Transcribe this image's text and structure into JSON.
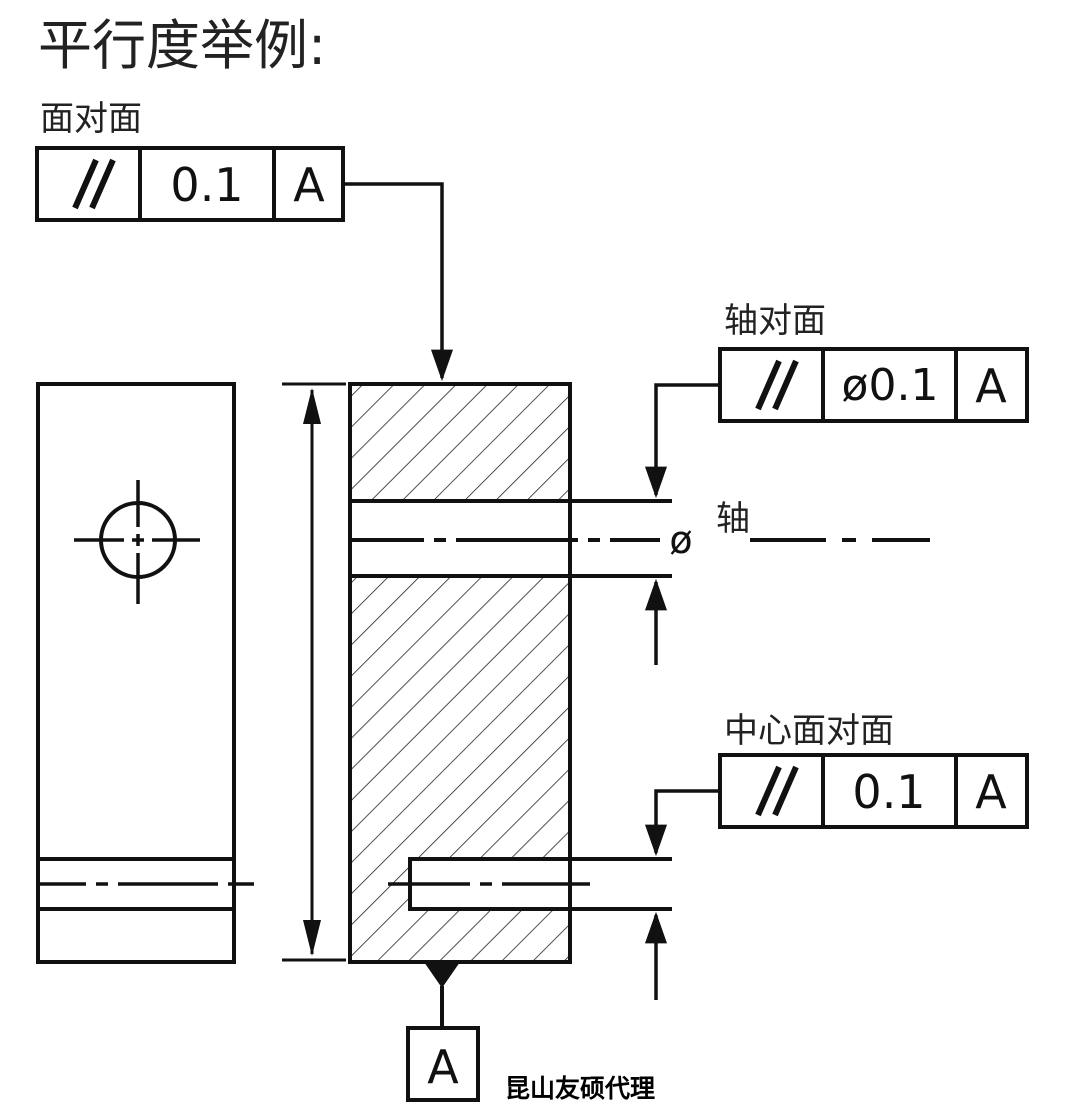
{
  "title": "平行度举例:",
  "watermark": "昆山友硕代理",
  "examples": {
    "face_to_face": {
      "label": "面对面",
      "symbol": "//",
      "tolerance": "0.1",
      "datum": "A"
    },
    "axis_to_face": {
      "label": "轴对面",
      "symbol": "//",
      "tolerance": "ø0.1",
      "datum": "A"
    },
    "median_plane_to_face": {
      "label": "中心面对面",
      "symbol": "//",
      "tolerance": "0.1",
      "datum": "A"
    }
  },
  "axis_label": "轴",
  "diameter_symbol": "ø",
  "datum_feature": {
    "letter": "A"
  },
  "colors": {
    "line": "#111111",
    "background": "#ffffff"
  }
}
